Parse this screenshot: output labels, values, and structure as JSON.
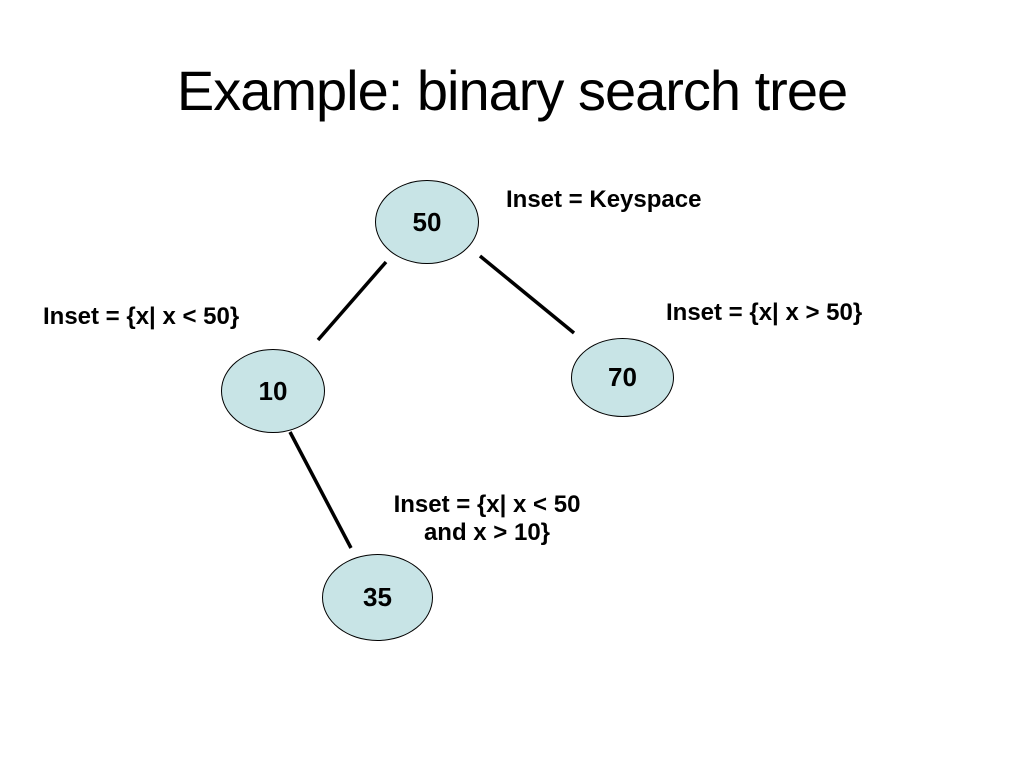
{
  "slide": {
    "title": "Example: binary search tree",
    "background_color": "#ffffff",
    "text_color": "#000000"
  },
  "diagram": {
    "type": "binary-search-tree",
    "node_fill_color": "#c8e4e6",
    "node_border_color": "#000000",
    "edge_color": "#000000",
    "nodes": [
      {
        "id": "root",
        "value": "50"
      },
      {
        "id": "left-child",
        "value": "10"
      },
      {
        "id": "right-child",
        "value": "70"
      },
      {
        "id": "left-grandchild",
        "value": "35"
      }
    ],
    "edges": [
      {
        "from": "50",
        "to": "10"
      },
      {
        "from": "50",
        "to": "70"
      },
      {
        "from": "10",
        "to": "35"
      }
    ],
    "annotations": {
      "root": "Inset = Keyspace",
      "left_subtree": "Inset = {x| x < 50}",
      "right_subtree": "Inset = {x| x > 50}",
      "left_grandchild_subtree": "Inset = {x| x < 50\nand x > 10}"
    }
  }
}
